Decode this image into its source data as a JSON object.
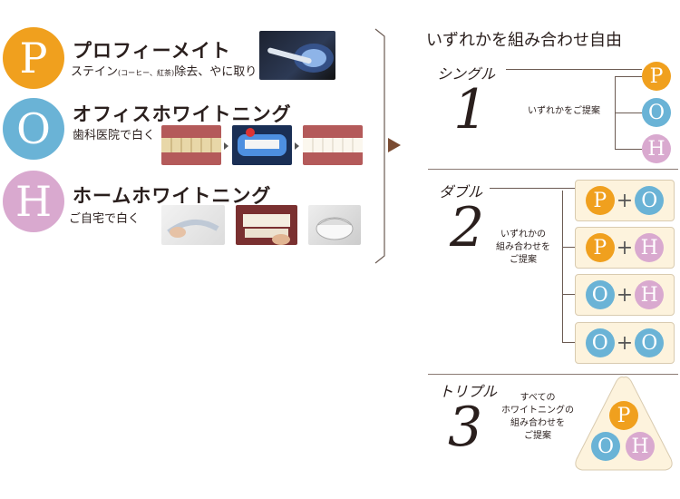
{
  "colors": {
    "p": "#f0a01e",
    "o": "#6ab3d6",
    "h": "#d9a9cf"
  },
  "left": {
    "items": [
      {
        "letter": "P",
        "title": "プロフィーメイト",
        "desc_a": "ステイン",
        "desc_small": "(コーヒー、紅茶)",
        "desc_b": "除去、やに取り"
      },
      {
        "letter": "O",
        "title": "オフィスホワイトニング",
        "desc": "歯科医院で白く"
      },
      {
        "letter": "H",
        "title": "ホームホワイトニング",
        "desc": "ご自宅で白く"
      }
    ]
  },
  "right": {
    "heading": "いずれかを組み合わせ自由",
    "single": {
      "label": "シングル",
      "num": "1",
      "note": "いずれかをご提案",
      "letters": [
        "P",
        "O",
        "H"
      ]
    },
    "double": {
      "label": "ダブル",
      "num": "2",
      "note": [
        "いずれかの",
        "組み合わせを",
        "ご提案"
      ],
      "pairs": [
        [
          "P",
          "O"
        ],
        [
          "P",
          "H"
        ],
        [
          "O",
          "H"
        ],
        [
          "O",
          "O"
        ]
      ],
      "plus": "+"
    },
    "triple": {
      "label": "トリプル",
      "num": "3",
      "note": [
        "すべての",
        "ホワイトニングの",
        "組み合わせを",
        "ご提案"
      ],
      "letters": [
        "P",
        "O",
        "H"
      ]
    }
  }
}
